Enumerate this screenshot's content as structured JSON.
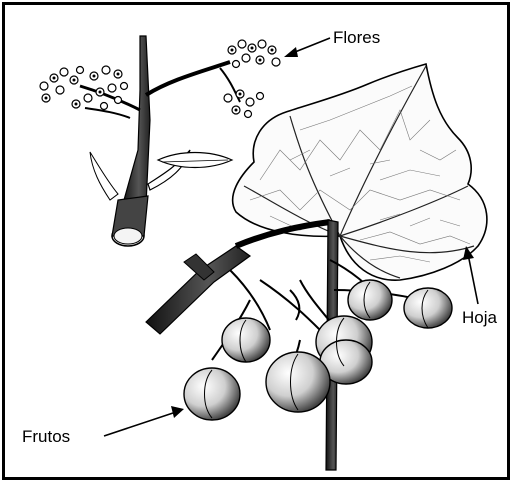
{
  "labels": {
    "flores": "Flores",
    "hoja": "Hoja",
    "frutos": "Frutos"
  },
  "icons": {
    "flowers": "flowering-branch-illustration",
    "leaf": "heart-shaped-leaf-illustration",
    "fruits": "fruit-cluster-illustration"
  }
}
